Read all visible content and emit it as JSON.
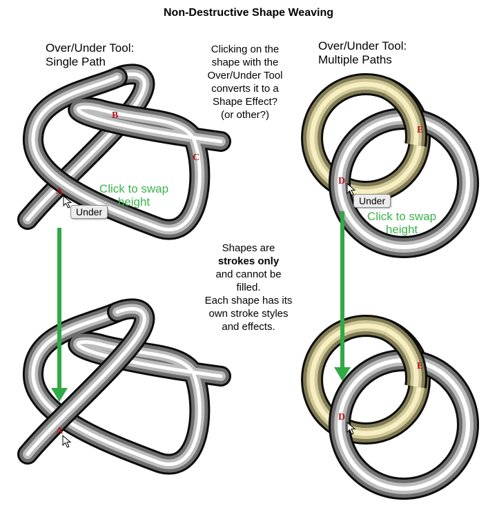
{
  "title": "Non-Destructive Shape Weaving",
  "single_path": {
    "heading_line1": "Over/Under Tool:",
    "heading_line2": "Single Path",
    "labels": {
      "b": "B",
      "c": "C",
      "a_top": "A",
      "a_bottom": "A"
    },
    "tooltip": "Under",
    "swap_line1": "Click to swap",
    "swap_line2": "height"
  },
  "multiple_paths": {
    "heading_line1": "Over/Under Tool:",
    "heading_line2": "Multiple Paths",
    "labels": {
      "e_top": "E",
      "d_top": "D",
      "e_bottom": "E",
      "d_bottom": "D"
    },
    "tooltip": "Under",
    "swap_line1": "Click to swap",
    "swap_line2": "height"
  },
  "notes": {
    "convert_lines": [
      "Clicking on the",
      "shape with the",
      "Over/Under Tool",
      "converts it to a",
      "Shape Effect?",
      "(or other?)"
    ],
    "strokes_line1": "Shapes are",
    "strokes_bold": "strokes only",
    "strokes_line3": "and cannot be",
    "strokes_line4": "filled.",
    "styles_line1": "Each shape has its",
    "styles_line2": "own stroke styles",
    "styles_line3": "and effects."
  },
  "colors": {
    "green_text": "#3cb24a",
    "green_arrow": "#2faa45",
    "label_red": "#b0141a",
    "ring_gold": "#f6efc1"
  }
}
